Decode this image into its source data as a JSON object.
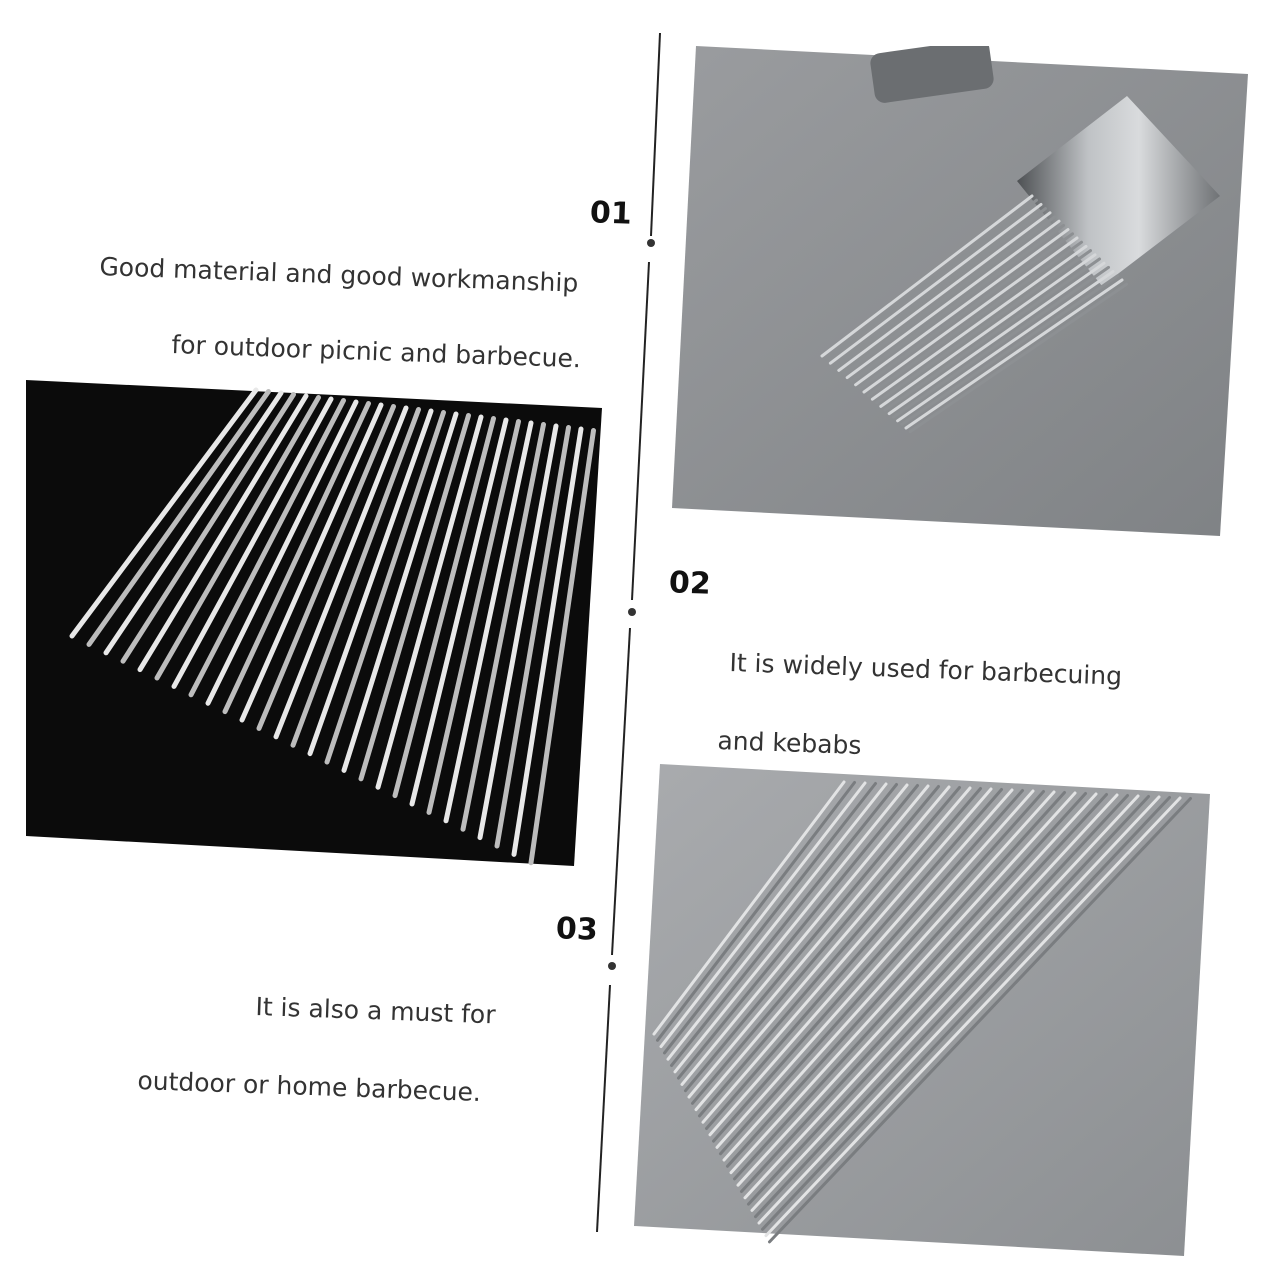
{
  "features": [
    {
      "number": "01",
      "lines": [
        "Good material and good workmanship",
        "for outdoor picnic and barbecue."
      ]
    },
    {
      "number": "02",
      "lines": [
        "It is widely used for barbecuing",
        "and kebabs"
      ]
    },
    {
      "number": "03",
      "lines": [
        "It is also a must for",
        "outdoor or home barbecue."
      ]
    }
  ],
  "colors": {
    "background": "#ffffff",
    "text": "#333333",
    "divider": "#222222",
    "photo_dark": "#0c0c0c",
    "photo_grey": "#8e9194",
    "steel": "#d8d8d8"
  }
}
